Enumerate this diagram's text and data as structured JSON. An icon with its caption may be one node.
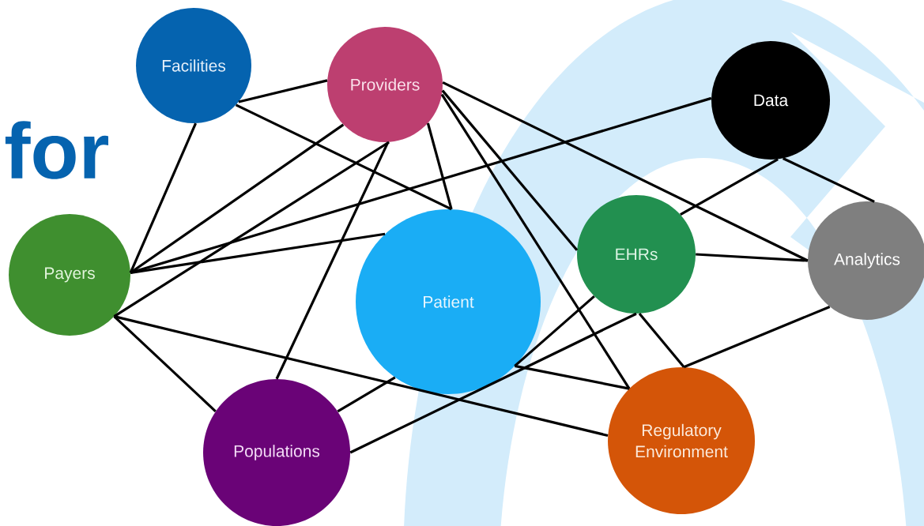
{
  "diagram": {
    "nodes": [
      {
        "text": [
          "Facilities"
        ]
      },
      {
        "text": [
          "Providers"
        ]
      },
      {
        "text": [
          "Data"
        ]
      },
      {
        "text": [
          "Payers"
        ]
      },
      {
        "text": [
          "Patient"
        ]
      },
      {
        "text": [
          "EHRs"
        ]
      },
      {
        "text": [
          "Analytics"
        ]
      },
      {
        "text": [
          "Populations"
        ]
      },
      {
        "text": [
          "Regulatory Environment"
        ]
      }
    ],
    "edges": [
      {
        "from": 0,
        "to": 1,
        "arrow": "none"
      },
      {
        "from": 0,
        "to": 4,
        "arrow": "none"
      },
      {
        "from": 0,
        "to": 3,
        "arrow": "none"
      },
      {
        "from": 1,
        "to": 3,
        "arrow": "none"
      },
      {
        "from": 1,
        "to": 3,
        "arrow": "none"
      },
      {
        "from": 1,
        "to": 7,
        "arrow": "none"
      },
      {
        "from": 1,
        "to": 4,
        "arrow": "none"
      },
      {
        "from": 1,
        "to": 5,
        "arrow": "none"
      },
      {
        "from": 1,
        "to": 8,
        "arrow": "none"
      },
      {
        "from": 1,
        "to": 6,
        "arrow": "none"
      },
      {
        "from": 3,
        "to": 2,
        "arrow": "none"
      },
      {
        "from": 3,
        "to": 4,
        "arrow": "none"
      },
      {
        "from": 3,
        "to": 7,
        "arrow": "none"
      },
      {
        "from": 3,
        "to": 8,
        "arrow": "none"
      },
      {
        "from": 2,
        "to": 5,
        "arrow": "none"
      },
      {
        "from": 2,
        "to": 6,
        "arrow": "none"
      },
      {
        "from": 5,
        "to": 6,
        "arrow": "none"
      },
      {
        "from": 5,
        "to": 7,
        "arrow": "none"
      },
      {
        "from": 5,
        "to": 8,
        "arrow": "none"
      },
      {
        "from": 5,
        "to": 4,
        "arrow": "none"
      },
      {
        "from": 6,
        "to": 8,
        "arrow": "none"
      },
      {
        "from": 4,
        "to": 7,
        "arrow": "none"
      },
      {
        "from": 4,
        "to": 8,
        "arrow": "none"
      }
    ],
    "labels": [
      "for"
    ]
  }
}
